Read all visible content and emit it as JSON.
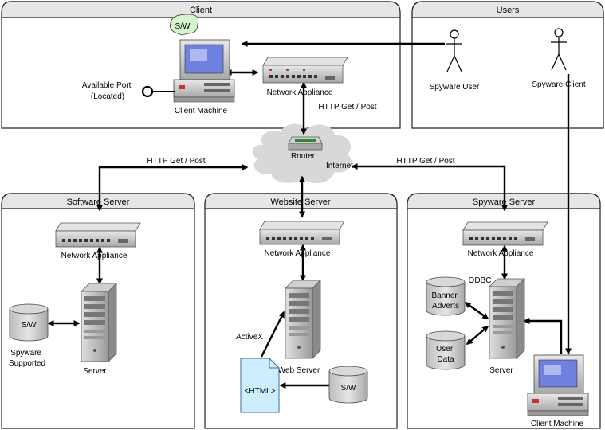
{
  "panels": {
    "client": "Client",
    "users": "Users",
    "software_server": "Software Server",
    "website_server": "Website Server",
    "spyware_server": "Spyware Server"
  },
  "client": {
    "sw_bubble": "S/W",
    "available_port": [
      "Available Port",
      "(Located)"
    ],
    "client_machine": "Client Machine",
    "network_appliance": "Network Appliance",
    "http": "HTTP Get / Post"
  },
  "users": {
    "spyware_user": "Spyware User",
    "spyware_client": "Spyware Client"
  },
  "internet": {
    "router": "Router",
    "internet": "Internet",
    "http_left": "HTTP Get / Post",
    "http_right": "HTTP Get / Post"
  },
  "software": {
    "network_appliance": "Network Appliance",
    "db": "S/W",
    "db_caption": [
      "Spyware",
      "Supported"
    ],
    "server": "Server"
  },
  "website": {
    "network_appliance": "Network Appliance",
    "activex": "ActiveX",
    "web_server": "Web Server",
    "html": "<HTML>",
    "db": "S/W"
  },
  "spyware": {
    "network_appliance": "Network Appliance",
    "odbc": "ODBC",
    "banner_db": [
      "Banner",
      "Adverts"
    ],
    "user_db": [
      "User",
      "Data"
    ],
    "server": "Server",
    "client_machine": "Client Machine"
  },
  "colors": {
    "panel_header": "#e6e6e6",
    "cloud": "#d8d8d8",
    "monitor_screen": "#7080e0",
    "document": "#cceeff",
    "sw_bubble": "#d6f5cc",
    "device": "#c0c0c0",
    "arrow": "#000000"
  }
}
